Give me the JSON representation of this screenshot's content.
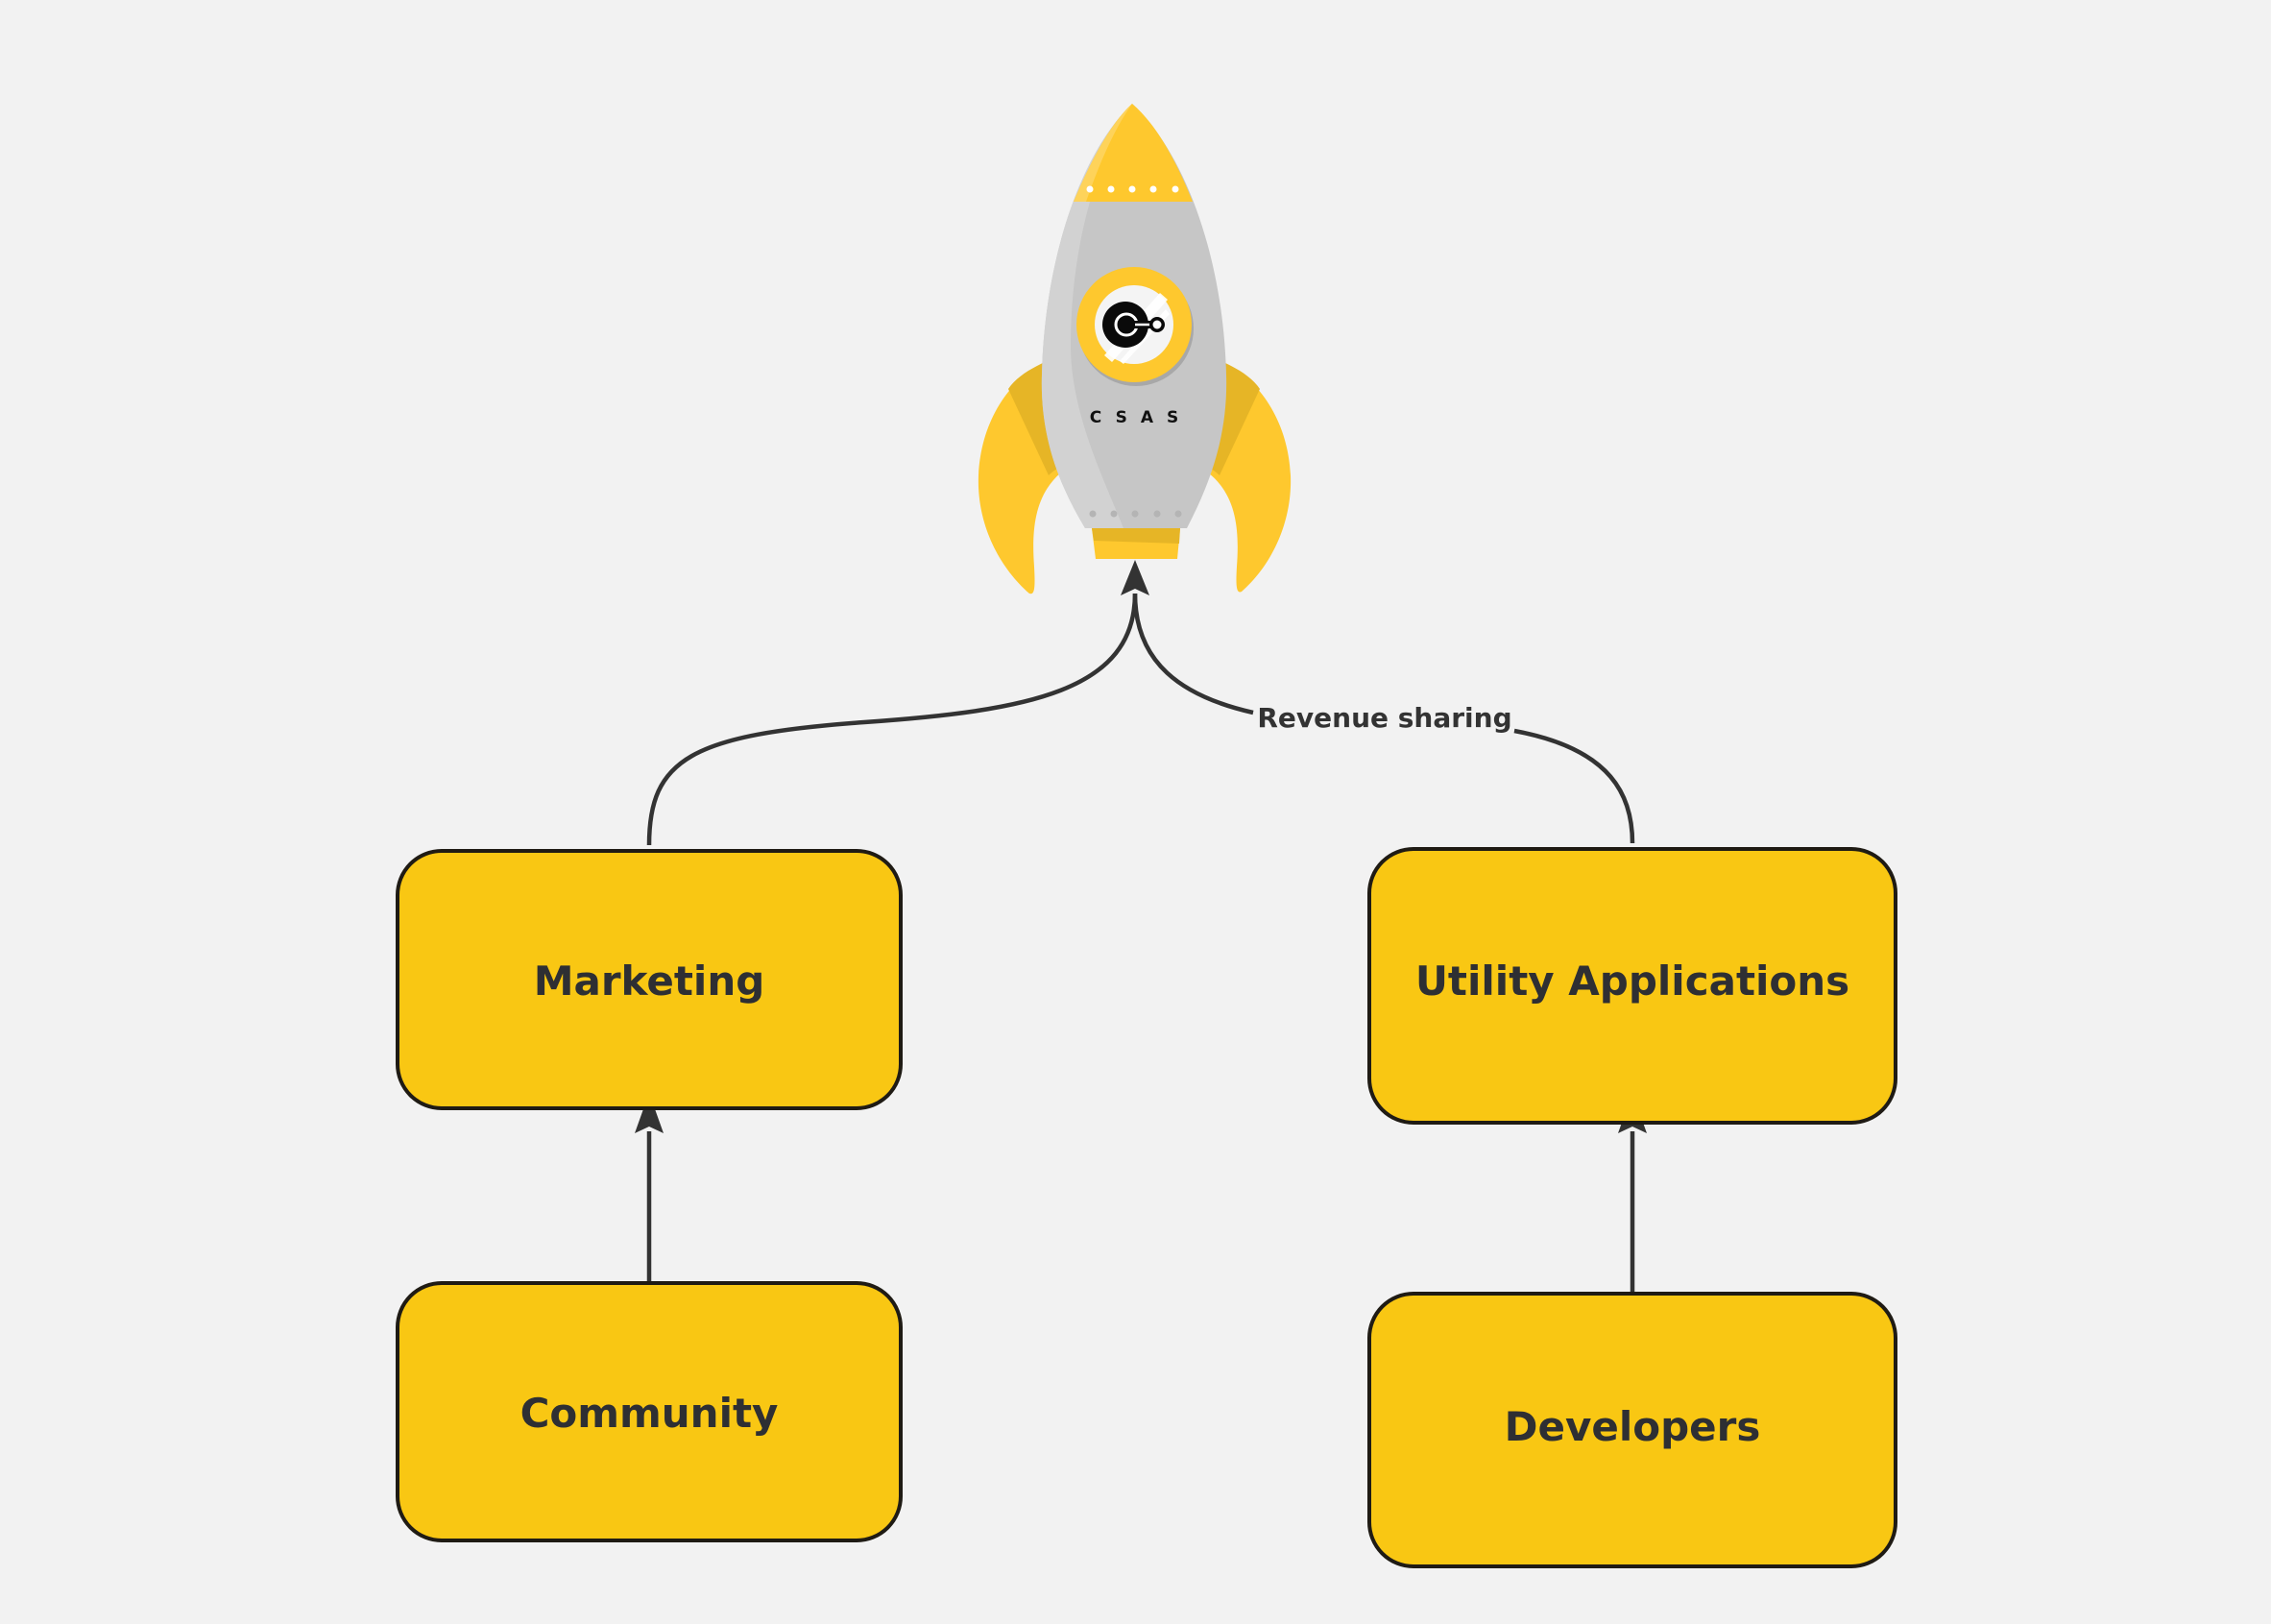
{
  "diagram": {
    "background": "#f2f2f2",
    "node_fill": "#f9c713",
    "node_stroke": "#1f1b14",
    "edge_color": "#333333",
    "nodes": [
      {
        "id": "marketing",
        "label": "Marketing"
      },
      {
        "id": "utility",
        "label": "Utility Applications"
      },
      {
        "id": "community",
        "label": "Community"
      },
      {
        "id": "developers",
        "label": "Developers"
      }
    ],
    "edges": [
      {
        "from": "community",
        "to": "marketing",
        "label": ""
      },
      {
        "from": "developers",
        "to": "utility",
        "label": ""
      },
      {
        "from": "marketing",
        "to": "rocket",
        "label": ""
      },
      {
        "from": "utility",
        "to": "rocket",
        "label": "Revenue sharing"
      }
    ],
    "rocket": {
      "brand_text": "CSAS",
      "logo": "csas-logo-icon",
      "colors": {
        "yellow": "#fec82e",
        "yellow_dark": "#e6b526",
        "body": "#c6c6c6",
        "body_light": "#d2d2d2",
        "porthole_shadow": "#a8a8a8"
      }
    }
  }
}
